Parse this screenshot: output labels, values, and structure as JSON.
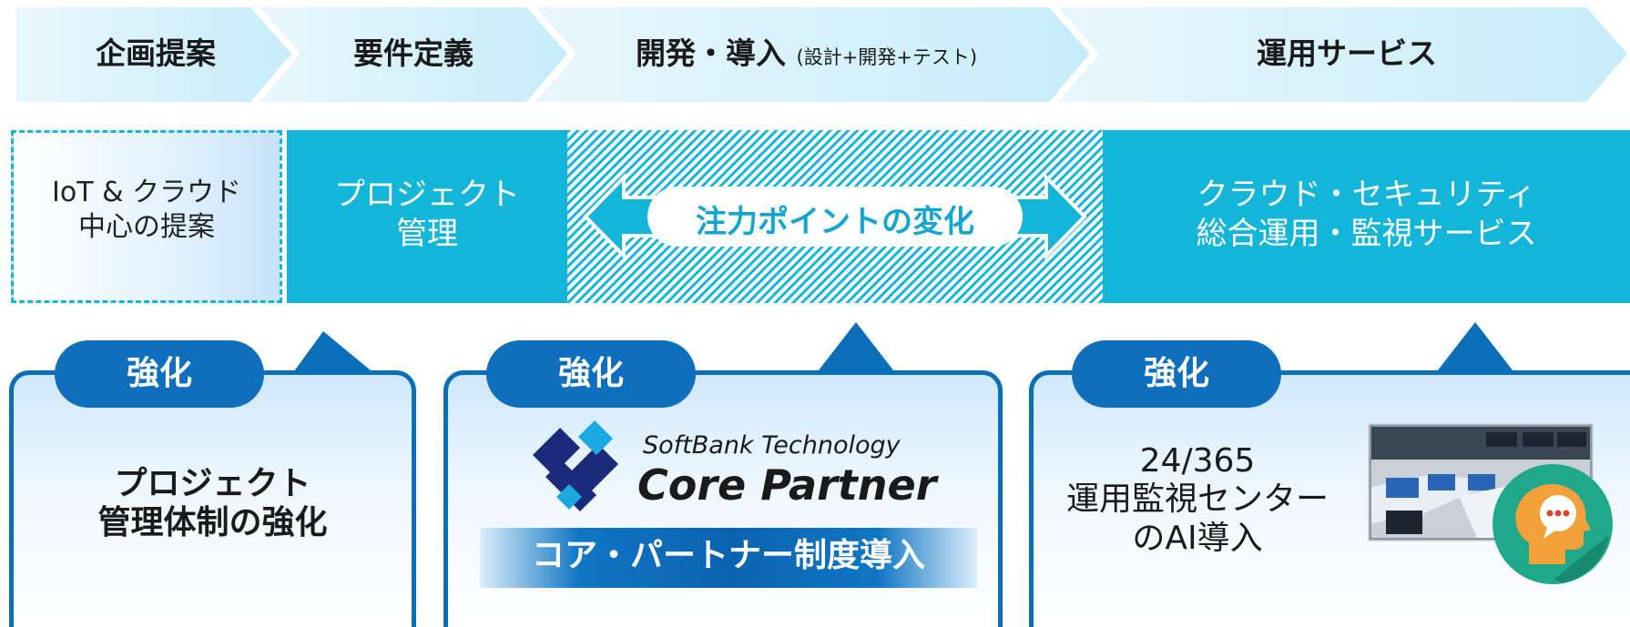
{
  "phases": {
    "planning": "企画提案",
    "requirements": "要件定義",
    "development": "開発・導入",
    "development_sub": "(設計+開発+テスト)",
    "operation": "運用サービス"
  },
  "boxes": {
    "iot_line1": "IoT & クラウド",
    "iot_line2": "中心の提案",
    "pm_line1": "プロジェクト",
    "pm_line2": "管理",
    "focus_shift": "注力ポイントの変化",
    "ops_line1": "クラウド・セキュリティ",
    "ops_line2": "総合運用・監視サービス"
  },
  "panels": {
    "left": {
      "badge": "強化",
      "line1": "プロジェクト",
      "line2": "管理体制の強化"
    },
    "middle": {
      "badge": "強化",
      "logo_small": "SoftBank Technology",
      "logo_big": "Core Partner",
      "banner": "コア・パートナー制度導入"
    },
    "right": {
      "badge": "強化",
      "line1": "24/365",
      "line2": "運用監視センター",
      "line3": "のAI導入"
    }
  },
  "colors": {
    "accent": "#13b5d8",
    "panel_border": "#0a6fb8",
    "logo_navy": "#1b2a7a",
    "logo_cyan": "#1aa9e0",
    "icon_green": "#1fa98a",
    "icon_orange": "#f2a13a"
  },
  "icons": [
    "double-arrow-icon",
    "softbank-logo-icon",
    "ai-head-icon",
    "monitoring-center-photo"
  ]
}
